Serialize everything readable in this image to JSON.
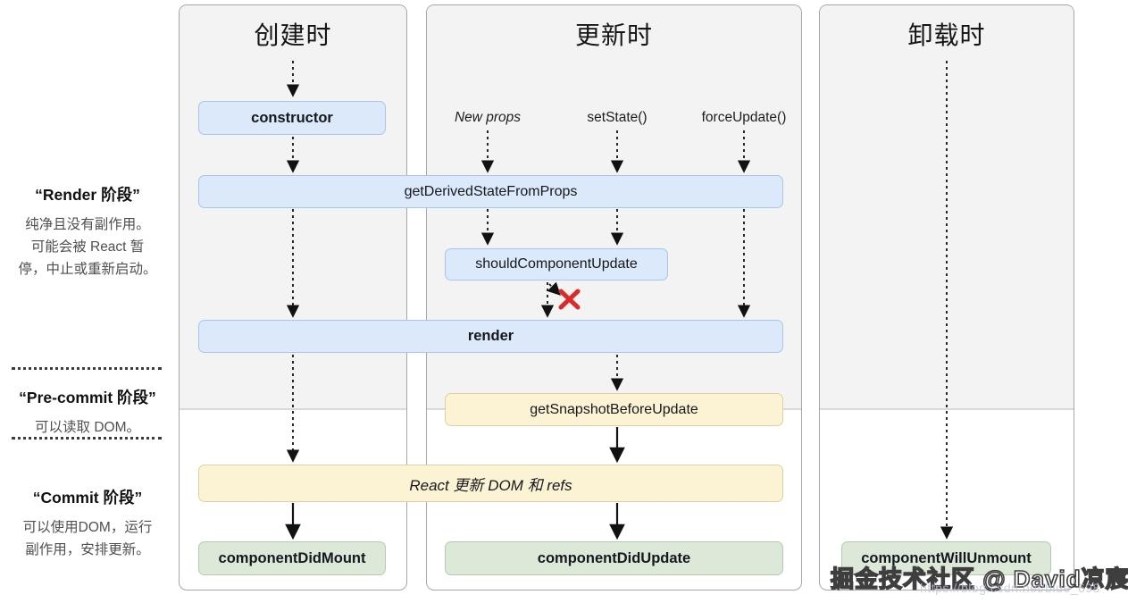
{
  "columns": {
    "mount": {
      "title": "创建时"
    },
    "update": {
      "title": "更新时"
    },
    "unmount": {
      "title": "卸载时"
    }
  },
  "phases": {
    "render": {
      "title": "“Render 阶段”",
      "lines": [
        "纯净且没有副作用。",
        "可能会被 React 暂",
        "停，中止或重新启动。"
      ]
    },
    "pre_commit": {
      "title": "“Pre-commit 阶段”",
      "lines": [
        "可以读取 DOM。"
      ]
    },
    "commit": {
      "title": "“Commit 阶段”",
      "lines": [
        "可以使用DOM，运行",
        "副作用，安排更新。"
      ]
    }
  },
  "triggers": {
    "new_props": "New props",
    "set_state": "setState()",
    "force_update": "forceUpdate()"
  },
  "nodes": {
    "constructor": "constructor",
    "get_derived_state_from_props": "getDerivedStateFromProps",
    "should_component_update": "shouldComponentUpdate",
    "render": "render",
    "get_snapshot_before_update": "getSnapshotBeforeUpdate",
    "react_updates_dom": "React 更新 DOM 和 refs",
    "component_did_mount": "componentDidMount",
    "component_did_update": "componentDidUpdate",
    "component_will_unmount": "componentWillUnmount"
  },
  "marks": {
    "cancel": "✕"
  },
  "watermark": {
    "text": "掘金技术社区 @ David凉宸",
    "url": "https://blog.csdn.net/blue_698"
  },
  "colors": {
    "box_blue_bg": "#dbe9fa",
    "box_blue_border": "#a9c6e8",
    "box_yellow_bg": "#fcf3d5",
    "box_yellow_border": "#e0d09e",
    "box_green_bg": "#dce9d8",
    "box_green_border": "#b6c9ae",
    "column_gray_bg": "#f3f3f3",
    "cancel_red": "#d92b2b",
    "arrow_black": "#111111"
  }
}
